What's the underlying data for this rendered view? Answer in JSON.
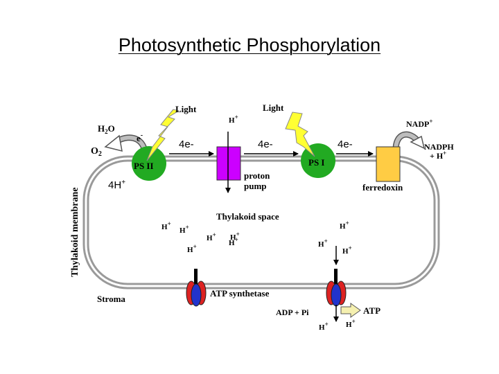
{
  "title": "Photosynthetic Phosphorylation",
  "labels": {
    "light_left": "Light",
    "light_right": "Light",
    "h2o_prefix": "H",
    "h2o_sub": "2",
    "h2o_suffix": "O",
    "o2_prefix": "O",
    "o2_sub": "2",
    "e_minus_base": "e",
    "e_minus_sup": "-",
    "e_flow_1": "4e-",
    "e_flow_2": "4e-",
    "e_flow_3": "4e-",
    "h_plus_4": "4H",
    "h_plus_4_sup": "+",
    "ps2": "PS II",
    "ps1": "PS I",
    "proton_pump_line1": "proton",
    "proton_pump_line2": "pump",
    "ferredoxin": "ferredoxin",
    "nadp_plus": "NADP",
    "nadph": "NADPH",
    "nadph_h": "+ H",
    "thylakoid_membrane": "Thylakoid membrane",
    "thylakoid_space": "Thylakoid space",
    "stroma": "Stroma",
    "atp_synthetase": "ATP synthetase",
    "adp_pi": "ADP + Pi",
    "atp": "ATP",
    "h": "H",
    "plus": "+"
  },
  "colors": {
    "photosystem": "#22aa22",
    "proton_pump": "#cc00ff",
    "ferredoxin": "#ffcc44",
    "lightning": "#ffff33",
    "membrane": "#999999",
    "atp_red": "#dd2222",
    "atp_blue": "#2233cc",
    "arrow_gray": "#aaaaaa",
    "atp_arrow": "#f5f0b0"
  }
}
